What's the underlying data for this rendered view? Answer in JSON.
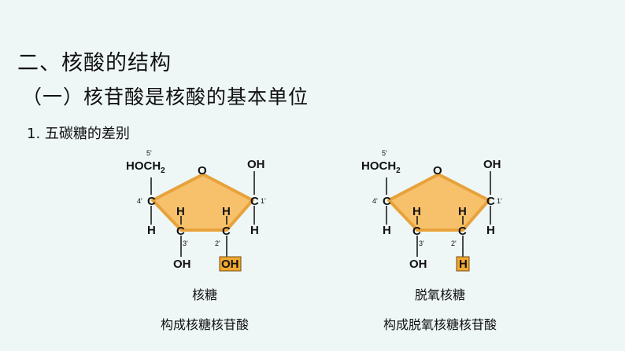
{
  "heading": {
    "title": "二、核酸的结构",
    "subtitle": "（一）核苷酸是核酸的基本单位",
    "section": "1. 五碳糖的差别"
  },
  "ribose": {
    "caption": "核糖",
    "sub_caption": "构成核糖核苷酸",
    "c5_label": "5'",
    "hoch2": "HOCH",
    "hoch2_sub": "2",
    "ring_o": "O",
    "c1_oh": "OH",
    "c4": "C",
    "c4_num": "4'",
    "c1": "C",
    "c1_num": "1'",
    "c3": "C",
    "c3_num": "3'",
    "c2": "C",
    "c2_num": "2'",
    "h": "H",
    "c3_oh": "OH",
    "c2_group": "OH"
  },
  "deoxyribose": {
    "caption": "脱氧核糖",
    "sub_caption": "构成脱氧核糖核苷酸",
    "c5_label": "5'",
    "hoch2": "HOCH",
    "hoch2_sub": "2",
    "ring_o": "O",
    "c1_oh": "OH",
    "c4": "C",
    "c4_num": "4'",
    "c1": "C",
    "c1_num": "1'",
    "c3": "C",
    "c3_num": "3'",
    "c2": "C",
    "c2_num": "2'",
    "h": "H",
    "c3_oh": "OH",
    "c2_group": "H"
  },
  "colors": {
    "ring_fill": "#f7c16b",
    "ring_edge": "#e8a23c",
    "highlight": "#f0a830"
  }
}
